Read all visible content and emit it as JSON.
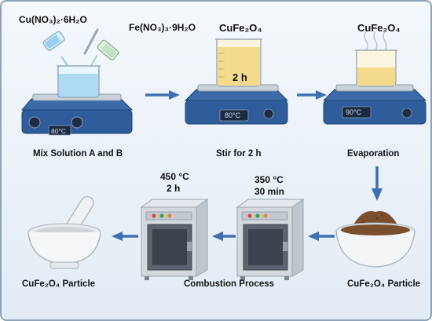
{
  "step1": {
    "reagent_a": "Cu(NO₃)₂·6H₂O",
    "reagent_b": "Fe(NO₃)₃·9H₂O",
    "display_temp": "80°C",
    "caption": "Mix Solution A and B"
  },
  "step2": {
    "title": "CuFe₂O₄",
    "beaker_label": "2 h",
    "display_temp": "80°C",
    "caption": "Stir for 2 h"
  },
  "step3": {
    "title": "CuFe₂O₄",
    "display_temp": "90°C",
    "caption": "Evaporation"
  },
  "step4": {
    "caption": "CuFe₂O₄ Particle"
  },
  "step5": {
    "temp": "350 °C",
    "time": "30 min"
  },
  "step6": {
    "temp": "450 °C",
    "time": "2 h",
    "caption": "Combustion Process"
  },
  "step7": {
    "caption": "CuFe₂O₄ Particle"
  },
  "colors": {
    "stirrer_blue": "#2f5c9a",
    "solution_blue": "#a9d7f2",
    "solution_yellow": "#f2d887",
    "arrow_blue": "#3f6fb3",
    "powder_brown": "#7a4f2e"
  }
}
